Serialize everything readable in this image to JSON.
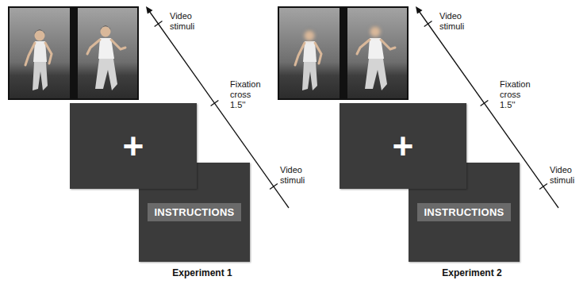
{
  "diagram": {
    "nodes": [
      {
        "text": [
          "+"
        ]
      },
      {
        "text": [
          "INSTRUCTIONS"
        ]
      },
      {
        "text": [
          "+"
        ]
      },
      {
        "text": [
          "INSTRUCTIONS"
        ]
      }
    ],
    "labels": [
      "Video stimuli",
      "Fixation cross 1.5''",
      "Video stimuli",
      "Experiment 1",
      "Video stimuli",
      "Fixation cross 1.5''",
      "Video stimuli",
      "Experiment 2"
    ]
  }
}
